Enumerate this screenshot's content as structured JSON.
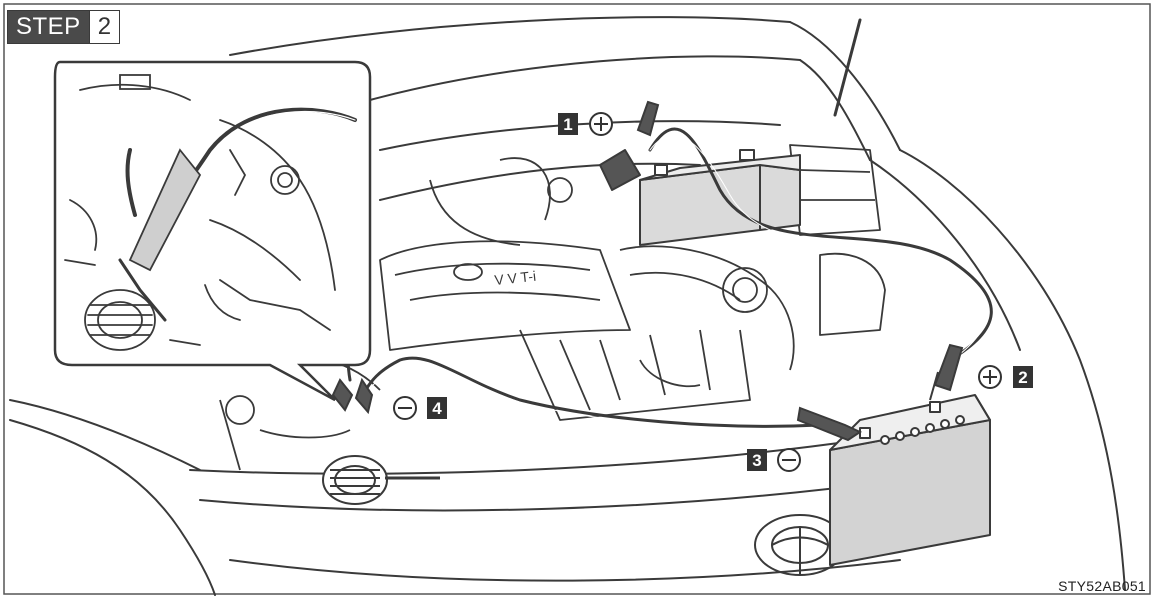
{
  "step": {
    "word": "STEP",
    "number": "2"
  },
  "figure_code": "STY52AB051",
  "markers": [
    {
      "number": "1",
      "sign": "positive"
    },
    {
      "number": "2",
      "sign": "positive"
    },
    {
      "number": "3",
      "sign": "negative"
    },
    {
      "number": "4",
      "sign": "negative"
    }
  ],
  "colors": {
    "line": "#3a3a3a",
    "fill_gray": "#d9d9d9",
    "badge": "#333333"
  }
}
